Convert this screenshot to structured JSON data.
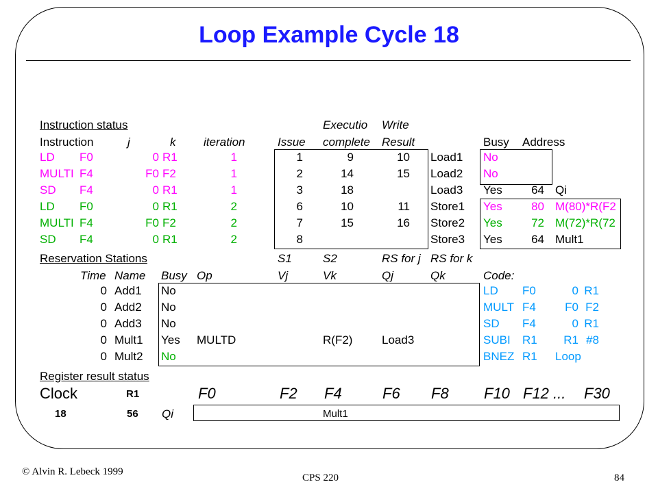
{
  "title": "Loop Example Cycle 18",
  "instr_status": {
    "label": "Instruction status",
    "header": [
      "Instruction",
      "j",
      "k",
      "iteration",
      "Issue",
      "complete",
      "Result"
    ],
    "header_top": [
      "Executio",
      "Write"
    ],
    "rows": [
      {
        "op": "LD",
        "dst": "F0",
        "j": "0",
        "k": "R1",
        "iter": "1",
        "issue": "1",
        "exec": "9",
        "write": "10",
        "color": "#ff00ff"
      },
      {
        "op": "MULTI",
        "dst": "F4",
        "j": "F0",
        "k": "F2",
        "iter": "1",
        "issue": "2",
        "exec": "14",
        "write": "15",
        "color": "#ff00ff"
      },
      {
        "op": "SD",
        "dst": "F4",
        "j": "0",
        "k": "R1",
        "iter": "1",
        "issue": "3",
        "exec": "18",
        "write": "",
        "color": "#ff00ff"
      },
      {
        "op": "LD",
        "dst": "F0",
        "j": "0",
        "k": "R1",
        "iter": "2",
        "issue": "6",
        "exec": "10",
        "write": "11",
        "color": "#00b000"
      },
      {
        "op": "MULTI",
        "dst": "F4",
        "j": "F0",
        "k": "F2",
        "iter": "2",
        "issue": "7",
        "exec": "15",
        "write": "16",
        "color": "#00b000"
      },
      {
        "op": "SD",
        "dst": "F4",
        "j": "0",
        "k": "R1",
        "iter": "2",
        "issue": "8",
        "exec": "",
        "write": "",
        "color": "#00b000"
      }
    ]
  },
  "buffers": {
    "header": [
      "Busy",
      "Address"
    ],
    "rows": [
      {
        "name": "Load1",
        "busy": "No",
        "addr": "",
        "extra": "",
        "color": "#ff00ff"
      },
      {
        "name": "Load2",
        "busy": "No",
        "addr": "",
        "extra": "",
        "color": "#ff00ff"
      },
      {
        "name": "Load3",
        "busy": "Yes",
        "addr": "64",
        "extra": "Qi",
        "color": "#000000"
      },
      {
        "name": "Store1",
        "busy": "Yes",
        "addr": "80",
        "extra": "M(80)*R(F2",
        "color": "#ff00ff"
      },
      {
        "name": "Store2",
        "busy": "Yes",
        "addr": "72",
        "extra": "M(72)*R(72",
        "color": "#00b000"
      },
      {
        "name": "Store3",
        "busy": "Yes",
        "addr": "64",
        "extra": "Mult1",
        "color": "#000000"
      }
    ]
  },
  "rs": {
    "label": "Reservation Stations",
    "header_top": [
      "S1",
      "S2",
      "RS for j",
      "RS for k"
    ],
    "header": [
      "Time",
      "Name",
      "Busy",
      "Op",
      "Vj",
      "Vk",
      "Qj",
      "Qk"
    ],
    "rows": [
      {
        "time": "0",
        "name": "Add1",
        "busy": "No",
        "op": "",
        "vj": "",
        "vk": "",
        "qj": "",
        "qk": "",
        "color": "#000000"
      },
      {
        "time": "0",
        "name": "Add2",
        "busy": "No",
        "op": "",
        "vj": "",
        "vk": "",
        "qj": "",
        "qk": "",
        "color": "#000000"
      },
      {
        "time": "0",
        "name": "Add3",
        "busy": "No",
        "op": "",
        "vj": "",
        "vk": "",
        "qj": "",
        "qk": "",
        "color": "#000000"
      },
      {
        "time": "0",
        "name": "Mult1",
        "busy": "Yes",
        "op": "MULTD",
        "vj": "",
        "vk": "R(F2)",
        "qj": "Load3",
        "qk": "",
        "color": "#000000"
      },
      {
        "time": "0",
        "name": "Mult2",
        "busy": "No",
        "op": "",
        "vj": "",
        "vk": "",
        "qj": "",
        "qk": "",
        "color": "#00b000"
      }
    ]
  },
  "code": {
    "label": "Code:",
    "lines": [
      [
        "LD",
        "F0",
        "0",
        "R1"
      ],
      [
        "MULT",
        "F4",
        "F0",
        "F2"
      ],
      [
        "SD",
        "F4",
        "0",
        "R1"
      ],
      [
        "SUBI",
        "R1",
        "R1",
        "#8"
      ],
      [
        "BNEZ",
        "R1",
        "Loop",
        ""
      ]
    ]
  },
  "reg": {
    "label": "Register result status",
    "clock_label": "Clock",
    "r1_label": "R1",
    "regs": [
      "F0",
      "F2",
      "F4",
      "F6",
      "F8",
      "F10",
      "F12 ...",
      "F30"
    ],
    "clock": "18",
    "r1": "56",
    "qi_label": "Qi",
    "qi_f4": "Mult1"
  },
  "footer": {
    "copyright": "© Alvin R. Lebeck 1999",
    "course": "CPS 220",
    "page": "84"
  }
}
